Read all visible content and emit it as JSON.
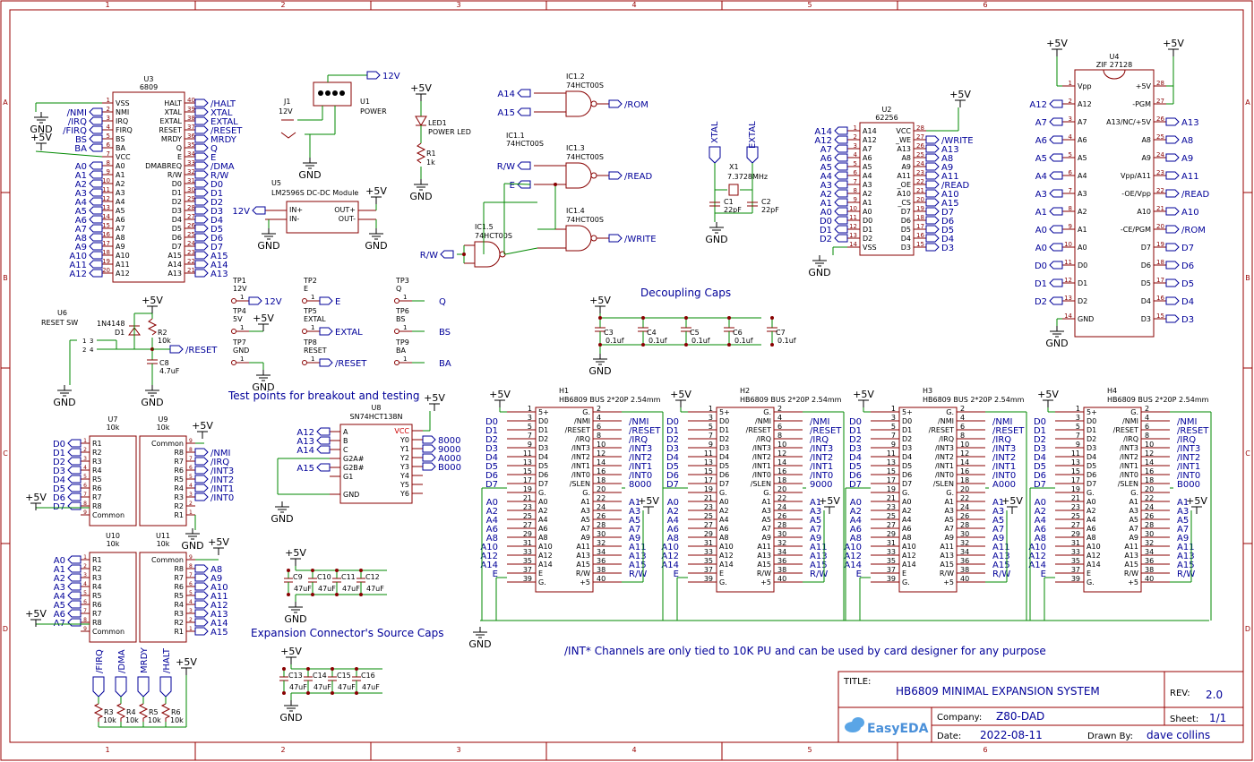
{
  "colors": {
    "frame": "#990000",
    "wire": "#008800",
    "label": "#000099",
    "part": "#880000",
    "ink": "#000000",
    "pin": "#000000"
  },
  "grid": {
    "cols": [
      "1",
      "2",
      "3",
      "4",
      "5",
      "6"
    ],
    "rows": [
      "A",
      "B",
      "C",
      "D"
    ]
  },
  "texts": {
    "cap_decoupling": "Decoupling Caps",
    "cap_testpoints": "Test points for breakout and testing",
    "cap_expansion": "Expansion Connector's Source Caps",
    "note_int": "/INT* Channels are only tied to 10K PU and can be used by card designer for any purpose"
  },
  "titleblock": {
    "title_label": "TITLE:",
    "title": "HB6809 MINIMAL EXPANSION SYSTEM",
    "rev_label": "REV:",
    "rev": "2.0",
    "company_label": "Company:",
    "company": "Z80-DAD",
    "sheet_label": "Sheet:",
    "sheet": "1/1",
    "date_label": "Date:",
    "date": "2022-08-11",
    "drawn_label": "Drawn By:",
    "drawn": "dave collins",
    "logo": "EasyEDA"
  },
  "u3": {
    "ref": "U3",
    "part": "6809",
    "left": [
      "VSS",
      "NMI",
      "IRQ",
      "FIRQ",
      "BS",
      "BA",
      "VCC",
      "A0",
      "A1",
      "A2",
      "A3",
      "A4",
      "A5",
      "A6",
      "A7",
      "A8",
      "A9",
      "A10",
      "A11",
      "A12"
    ],
    "right": [
      "HALT",
      "XTAL",
      "EXTAL",
      "RESET",
      "MRDY",
      "Q",
      "E",
      "DMABREQ",
      "R/W",
      "D0",
      "D1",
      "D2",
      "D3",
      "D4",
      "D5",
      "D6",
      "D7",
      "A15",
      "A14",
      "A13"
    ],
    "rightnums": [
      "40",
      "39",
      "38",
      "37",
      "36",
      "35",
      "34",
      "33",
      "32",
      "31",
      "30",
      "29",
      "28",
      "27",
      "26",
      "25",
      "24",
      "23",
      "22",
      "21"
    ],
    "netleft": [
      "",
      "/NMI",
      "/IRQ",
      "/FIRQ",
      "BS",
      "BA",
      "",
      "A0",
      "A1",
      "A2",
      "A3",
      "A4",
      "A5",
      "A6",
      "A7",
      "A8",
      "A9",
      "A10",
      "A11",
      "A12"
    ],
    "netright": [
      "/HALT",
      "XTAL",
      "EXTAL",
      "/RESET",
      "MRDY",
      "Q",
      "E",
      "/DMA",
      "R/W",
      "D0",
      "D1",
      "D2",
      "D3",
      "D4",
      "D5",
      "D6",
      "D7",
      "A15",
      "A14",
      "A13"
    ]
  },
  "j1": {
    "ref": "J1",
    "val": "12V"
  },
  "u1": {
    "ref": "U1",
    "val": "POWER",
    "net": "12V"
  },
  "u5": {
    "ref": "U5",
    "val": "LM2596S DC-DC Module",
    "in_plus": "IN+",
    "in_minus": "IN-",
    "out_plus": "OUT+",
    "out_minus": "OUT-",
    "net_in": "12V"
  },
  "led1": {
    "ref": "LED1",
    "val": "POWER LED",
    "r_ref": "R1",
    "r_val": "1k"
  },
  "gates": [
    {
      "ref": "IC1.2",
      "val": "74HCT00S",
      "a": "A14",
      "b": "A15",
      "out": "/ROM"
    },
    {
      "ref": "IC1.3",
      "val": "74HCT00S",
      "a": "R/W",
      "b": "E",
      "out": "/READ"
    },
    {
      "ref": "IC1.4",
      "val": "74HCT00S",
      "out": "/WRITE"
    },
    {
      "ref": "IC1.5",
      "val": "74HCT00S",
      "a": "R/W"
    },
    {
      "ref": "IC1.1",
      "val": "74HCT00S"
    }
  ],
  "xtal": {
    "ref": "X1",
    "val": "7.3728MHz",
    "c1": "C1",
    "c1v": "22pF",
    "c2": "C2",
    "c2v": "22pF",
    "n1": "XTAL",
    "n2": "EXTAL"
  },
  "u2": {
    "ref": "U2",
    "part": "62256",
    "left": [
      "A14",
      "A12",
      "A7",
      "A6",
      "A5",
      "A4",
      "A3",
      "A2",
      "A1",
      "A0",
      "D0",
      "D1",
      "D2",
      "VSS"
    ],
    "right": [
      "VCC",
      "_WE",
      "A13",
      "A8",
      "A9",
      "A11",
      "_OE",
      "A10",
      "_CS",
      "D7",
      "D6",
      "D5",
      "D4",
      "D3"
    ],
    "netleft": [
      "A14",
      "A12",
      "A7",
      "A6",
      "A5",
      "A4",
      "A3",
      "A2",
      "A1",
      "A0",
      "D0",
      "D1",
      "D2",
      ""
    ],
    "netright": [
      "",
      "/WRITE",
      "A13",
      "A8",
      "A9",
      "A11",
      "/READ",
      "A10",
      "A15",
      "D7",
      "D6",
      "D5",
      "D4",
      "D3"
    ]
  },
  "u4": {
    "ref": "U4",
    "part": "ZIF 27128",
    "left": [
      "Vpp",
      "A12",
      "A7",
      "A6",
      "A5",
      "A4",
      "A3",
      "A2",
      "A1",
      "A0",
      "D0",
      "D1",
      "D2",
      "GND"
    ],
    "right": [
      "+5V",
      "-PGM",
      "A13/NC/+5V",
      "A8",
      "A9",
      "Vpp/A11",
      "-OE/Vpp",
      "A10",
      "-CE/PGM",
      "D7",
      "D6",
      "D5",
      "D4",
      "D3"
    ],
    "netleft": [
      "",
      "A12",
      "A7",
      "A6",
      "A5",
      "A4",
      "A3",
      "A1",
      "A0",
      "A0",
      "D0",
      "D1",
      "D2",
      ""
    ],
    "netright": [
      "",
      "",
      "A13",
      "A8",
      "A9",
      "A11",
      "/READ",
      "A10",
      "/ROM",
      "D7",
      "D6",
      "D5",
      "D4",
      "D3"
    ]
  },
  "u6": {
    "ref": "U6",
    "val": "RESET SW",
    "d1": "D1",
    "d1v": "1N4148",
    "r2": "R2",
    "r2v": "10k",
    "c8": "C8",
    "c8v": "4.7uF",
    "net": "/RESET"
  },
  "tps": [
    {
      "ref": "TP1",
      "val": "12V",
      "net": "12V"
    },
    {
      "ref": "TP2",
      "val": "E",
      "net": "E"
    },
    {
      "ref": "TP3",
      "val": "Q",
      "net": "Q"
    },
    {
      "ref": "TP4",
      "val": "5V",
      "net": "+5V"
    },
    {
      "ref": "TP5",
      "val": "EXTAL",
      "net": "EXTAL"
    },
    {
      "ref": "TP6",
      "val": "BS",
      "net": "BS"
    },
    {
      "ref": "TP7",
      "val": "GND",
      "net": "GND"
    },
    {
      "ref": "TP8",
      "val": "RESET",
      "net": "/RESET"
    },
    {
      "ref": "TP9",
      "val": "BA",
      "net": "BA"
    }
  ],
  "decaps": [
    {
      "ref": "C3",
      "val": "0.1uf"
    },
    {
      "ref": "C4",
      "val": "0.1uf"
    },
    {
      "ref": "C5",
      "val": "0.1uf"
    },
    {
      "ref": "C6",
      "val": "0.1uf"
    },
    {
      "ref": "C7",
      "val": "0.1uf"
    }
  ],
  "u8": {
    "ref": "U8",
    "part": "SN74HCT138N",
    "left": [
      "A",
      "B",
      "C",
      "G2A#",
      "G2B#",
      "G1",
      "GND"
    ],
    "leftnet": [
      "A12",
      "A13",
      "A14",
      "",
      "A15",
      "",
      ""
    ],
    "right": [
      "VCC",
      "Y0",
      "Y1",
      "Y2",
      "Y3",
      "Y4",
      "Y5",
      "Y6"
    ],
    "rightnet": [
      "",
      "8000",
      "9000",
      "A000",
      "B000",
      "",
      "",
      ""
    ]
  },
  "u7": {
    "ref": "U7",
    "val": "10k",
    "pins": [
      "R1",
      "R2",
      "R3",
      "R4",
      "R5",
      "R6",
      "R7",
      "R8",
      "Common"
    ],
    "nets": [
      "D0",
      "D1",
      "D2",
      "D3",
      "D4",
      "D5",
      "D6",
      "D7"
    ]
  },
  "u9": {
    "ref": "U9",
    "val": "10k",
    "pins": [
      "Common",
      "R8",
      "R7",
      "R6",
      "R5",
      "R4",
      "R3",
      "R2",
      "R1"
    ],
    "nets": [
      "/NMI",
      "/IRQ",
      "/INT3",
      "/INT2",
      "/INT1",
      "/INT0"
    ]
  },
  "u10": {
    "ref": "U10",
    "val": "10k",
    "pins": [
      "R1",
      "R2",
      "R3",
      "R4",
      "R5",
      "R6",
      "R7",
      "R8",
      "Common"
    ],
    "nets": [
      "A0",
      "A1",
      "A2",
      "A3",
      "A4",
      "A5",
      "A6",
      "A7"
    ]
  },
  "u11": {
    "ref": "U11",
    "val": "10k",
    "pins": [
      "Common",
      "R8",
      "R7",
      "R6",
      "R5",
      "R4",
      "R3",
      "R2",
      "R1"
    ],
    "nets": [
      "A8",
      "A9",
      "A10",
      "A11",
      "A12",
      "A13",
      "A14",
      "A15"
    ]
  },
  "pullups": {
    "nets": [
      "/FIRQ",
      "/DMA",
      "MRDY",
      "/HALT"
    ],
    "refs": [
      "R3",
      "R4",
      "R5",
      "R6"
    ],
    "val": "10k"
  },
  "srccaps1": [
    {
      "ref": "C9",
      "val": "47uF"
    },
    {
      "ref": "C10",
      "val": "47uF"
    },
    {
      "ref": "C11",
      "val": "47uF"
    },
    {
      "ref": "C12",
      "val": "47uF"
    }
  ],
  "srccaps2": [
    {
      "ref": "C13",
      "val": "47uF"
    },
    {
      "ref": "C14",
      "val": "47uF"
    },
    {
      "ref": "C15",
      "val": "47uF"
    },
    {
      "ref": "C16",
      "val": "47uF"
    }
  ],
  "bus": {
    "pinsL": [
      "5+",
      "D0",
      "D1",
      "D2",
      "D3",
      "D4",
      "D5",
      "D6",
      "D7",
      "G.",
      "A0",
      "A2",
      "A4",
      "A6",
      "A8",
      "A10",
      "A12",
      "A14",
      "E",
      "G."
    ],
    "numsL": [
      "1",
      "3",
      "5",
      "7",
      "9",
      "11",
      "13",
      "15",
      "17",
      "19",
      "21",
      "23",
      "25",
      "27",
      "29",
      "31",
      "33",
      "35",
      "37",
      "39"
    ],
    "pinsR": [
      "G.",
      "/NMI",
      "/RESET",
      "/IRQ",
      "/INT3",
      "/INT2",
      "/INT1",
      "/INT0",
      "/SLEN",
      "G.",
      "A1",
      "A3",
      "A5",
      "A7",
      "A9",
      "A11",
      "A13",
      "A15",
      "R/W",
      "+5"
    ],
    "numsR": [
      "2",
      "4",
      "6",
      "8",
      "10",
      "12",
      "14",
      "16",
      "18",
      "20",
      "22",
      "24",
      "26",
      "28",
      "30",
      "32",
      "34",
      "36",
      "38",
      "40"
    ],
    "netL": [
      "+5V",
      "D0",
      "D1",
      "D2",
      "D3",
      "D4",
      "D5",
      "D6",
      "D7",
      "",
      "A0",
      "A2",
      "A4",
      "A6",
      "A8",
      "A10",
      "A12",
      "A14",
      "E",
      ""
    ],
    "netR": [
      "",
      "/NMI",
      "/RESET",
      "/IRQ",
      "/INT3",
      "/INT2",
      "/INT1",
      "/INT0",
      "",
      "",
      "A1",
      "A3",
      "A5",
      "A7",
      "A9",
      "A11",
      "A13",
      "A15",
      "R/W",
      ""
    ],
    "headers": [
      {
        "ref": "H1",
        "val": "HB6809 BUS 2*20P 2.54mm",
        "sel": "8000"
      },
      {
        "ref": "H2",
        "val": "HB6809 BUS 2*20P 2.54mm",
        "sel": "9000"
      },
      {
        "ref": "H3",
        "val": "HB6809 BUS 2*20P 2.54mm",
        "sel": "A000"
      },
      {
        "ref": "H4",
        "val": "HB6809 BUS 2*20P 2.54mm",
        "sel": "B000"
      }
    ]
  },
  "power": {
    "vcc": "+5V",
    "gnd": "GND",
    "v12": "12V"
  }
}
